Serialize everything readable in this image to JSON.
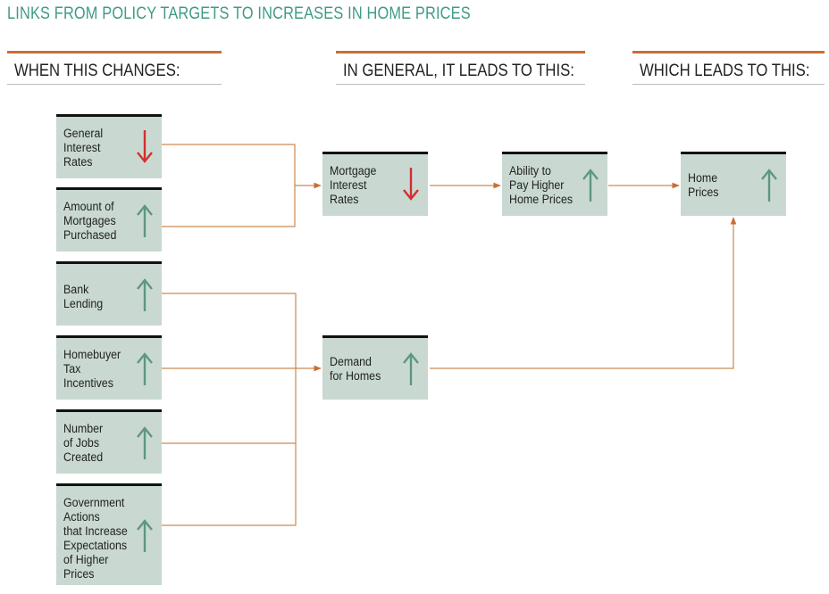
{
  "title": "LINKS FROM POLICY TARGETS TO INCREASES IN HOME PRICES",
  "headers": {
    "col1": "WHEN THIS CHANGES:",
    "col2": "IN GENERAL, IT LEADS TO THIS:",
    "col3": "WHICH LEADS TO THIS:"
  },
  "colors": {
    "accent": "#c96e35",
    "title": "#3f9a86",
    "box": "#c9d9d2",
    "up_arrow": "#5e9684",
    "down_arrow": "#d32f2f"
  },
  "inputs": [
    {
      "label": "General\nInterest\nRates",
      "direction": "down"
    },
    {
      "label": "Amount of\nMortgages\nPurchased",
      "direction": "up"
    },
    {
      "label": "Bank\nLending",
      "direction": "up"
    },
    {
      "label": "Homebuyer\nTax\nIncentives",
      "direction": "up"
    },
    {
      "label": "Number\nof Jobs\nCreated",
      "direction": "up"
    },
    {
      "label": "Government\nActions\nthat Increase\nExpectations\nof Higher\nPrices",
      "direction": "up"
    }
  ],
  "middle": [
    {
      "label": "Mortgage\nInterest\nRates",
      "direction": "down"
    },
    {
      "label": "Demand\nfor Homes",
      "direction": "up"
    }
  ],
  "ability": {
    "label": "Ability to\nPay Higher\nHome Prices",
    "direction": "up"
  },
  "result": {
    "label": "Home\nPrices",
    "direction": "up"
  }
}
